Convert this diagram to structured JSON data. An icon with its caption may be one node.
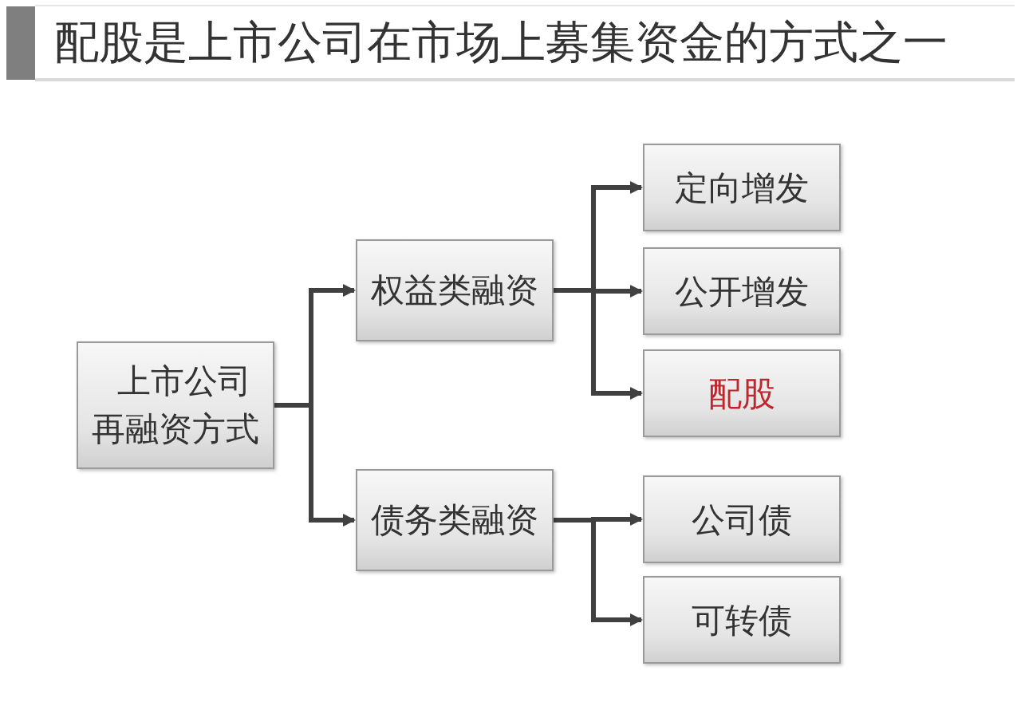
{
  "diagram": {
    "title": "配股是上市公司在市场上募集资金的方式之一",
    "nodes": [
      {
        "text": [
          "上市公司再融资方式"
        ]
      },
      {
        "text": [
          "权益类融资"
        ]
      },
      {
        "text": [
          "债务类融资"
        ]
      },
      {
        "text": [
          "定向增发"
        ]
      },
      {
        "text": [
          "公开增发"
        ]
      },
      {
        "text": [
          "配股"
        ]
      },
      {
        "text": [
          "公司债"
        ]
      },
      {
        "text": [
          "可转债"
        ]
      }
    ],
    "edges": [
      {
        "from": 0,
        "to": 1,
        "arrow": "to"
      },
      {
        "from": 0,
        "to": 2,
        "arrow": "to"
      },
      {
        "from": 1,
        "to": 3,
        "arrow": "to"
      },
      {
        "from": 1,
        "to": 4,
        "arrow": "to"
      },
      {
        "from": 1,
        "to": 5,
        "arrow": "to"
      },
      {
        "from": 2,
        "to": 6,
        "arrow": "to"
      },
      {
        "from": 2,
        "to": 7,
        "arrow": "to"
      }
    ]
  }
}
